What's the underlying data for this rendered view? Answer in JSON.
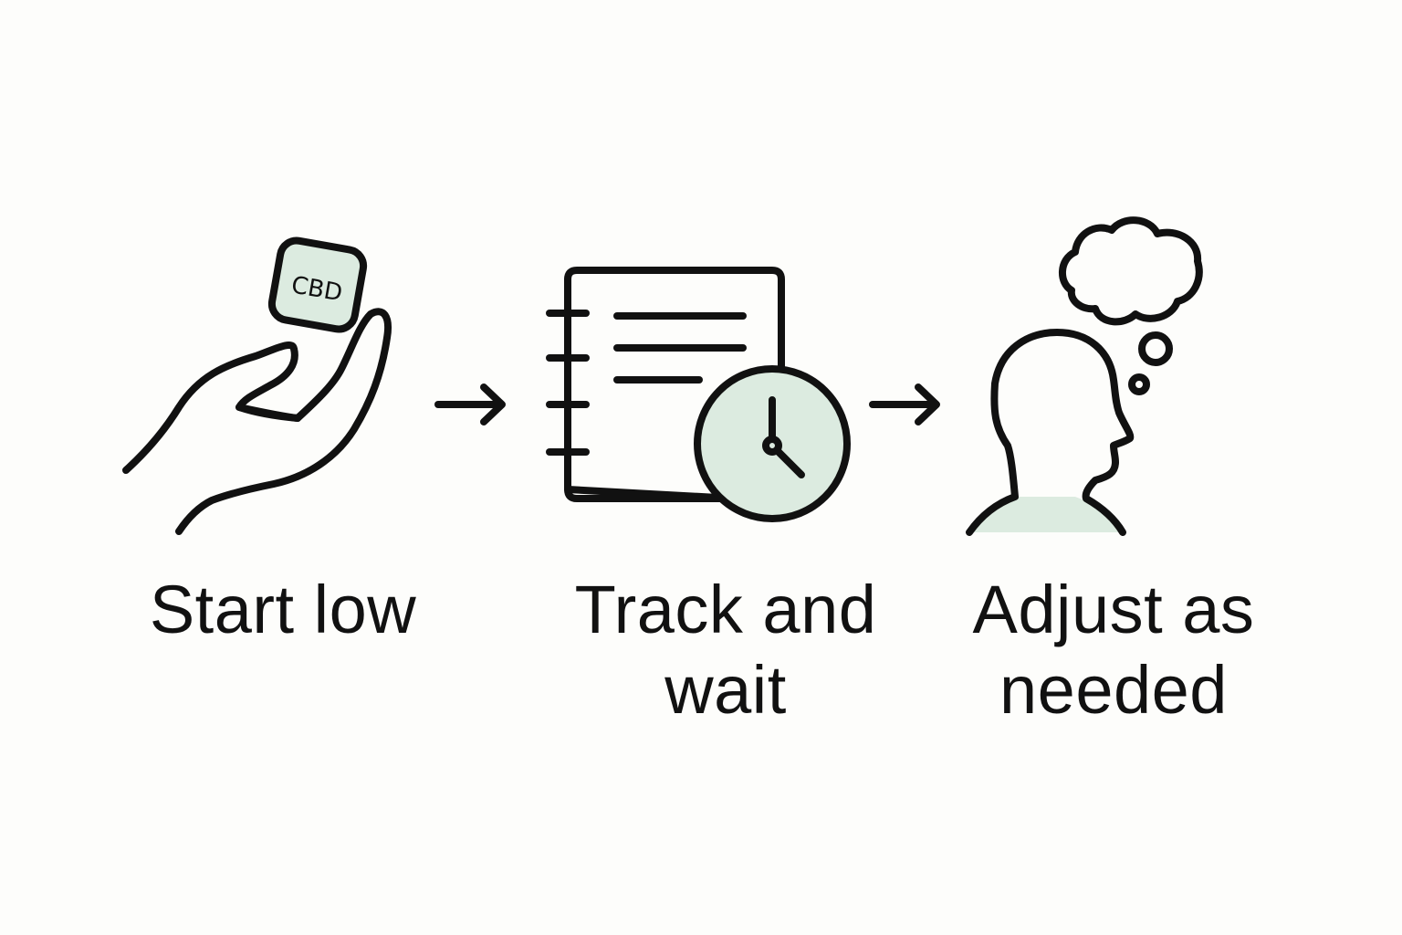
{
  "colors": {
    "stroke": "#111111",
    "accent_fill": "#dcebe0",
    "background": "#fdfdfb"
  },
  "steps": [
    {
      "icon": "hand-holding-cbd-gummy-icon",
      "badge_text": "CBD",
      "label_lines": [
        "Start low"
      ]
    },
    {
      "icon": "notebook-with-clock-icon",
      "label_lines": [
        "Track and",
        "wait"
      ]
    },
    {
      "icon": "head-with-thought-bubble-icon",
      "label_lines": [
        "Adjust as",
        "needed"
      ]
    }
  ],
  "connectors": [
    "arrow-right-icon",
    "arrow-right-icon"
  ]
}
